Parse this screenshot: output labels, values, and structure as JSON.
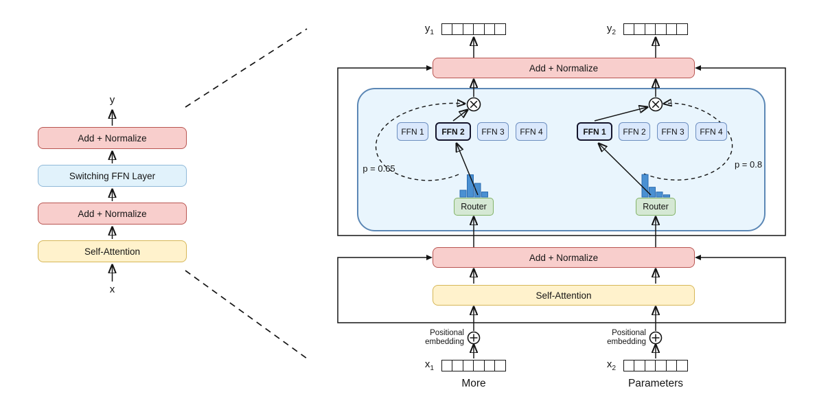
{
  "left_stack": {
    "output_label": "y",
    "input_label": "x",
    "boxes": [
      "Add + Normalize",
      "Switching FFN Layer",
      "Add + Normalize",
      "Self-Attention"
    ]
  },
  "detail": {
    "add_norm_top": "Add + Normalize",
    "add_norm_mid": "Add + Normalize",
    "self_attention": "Self-Attention",
    "positional_label": "Positional embedding",
    "outputs": [
      {
        "base": "y",
        "sub": "1"
      },
      {
        "base": "y",
        "sub": "2"
      }
    ],
    "inputs": [
      {
        "base": "x",
        "sub": "1",
        "token": "More"
      },
      {
        "base": "x",
        "sub": "2",
        "token": "Parameters"
      }
    ],
    "experts_left": [
      "FFN 1",
      "FFN 2",
      "FFN 3",
      "FFN 4"
    ],
    "experts_right": [
      "FFN 1",
      "FFN 2",
      "FFN 3",
      "FFN 4"
    ],
    "selected_left_index": 1,
    "selected_right_index": 0,
    "routers": [
      {
        "label": "Router",
        "p_label": "p = 0.65",
        "histogram": [
          0.2,
          0.65,
          0.4,
          0.15
        ],
        "scale": 50
      },
      {
        "label": "Router",
        "p_label": "p = 0.8",
        "histogram": [
          0.8,
          0.35,
          0.18,
          0.08
        ],
        "scale": 41
      }
    ]
  },
  "icons": {
    "multiply": "⊗",
    "positional_add": "⊕"
  },
  "colors": {
    "add_norm_fill": "#f8cecc",
    "add_norm_border": "#b85450",
    "attention_fill": "#fff2cc",
    "attention_border": "#d6b656",
    "ffn_fill": "#dae8fc",
    "ffn_border": "#6c8ebf",
    "router_fill": "#d5e8d4",
    "router_border": "#82b366",
    "container_fill": "#e9f5fd",
    "container_border": "#5b87b5",
    "histogram_bar": "#4a90d2"
  }
}
